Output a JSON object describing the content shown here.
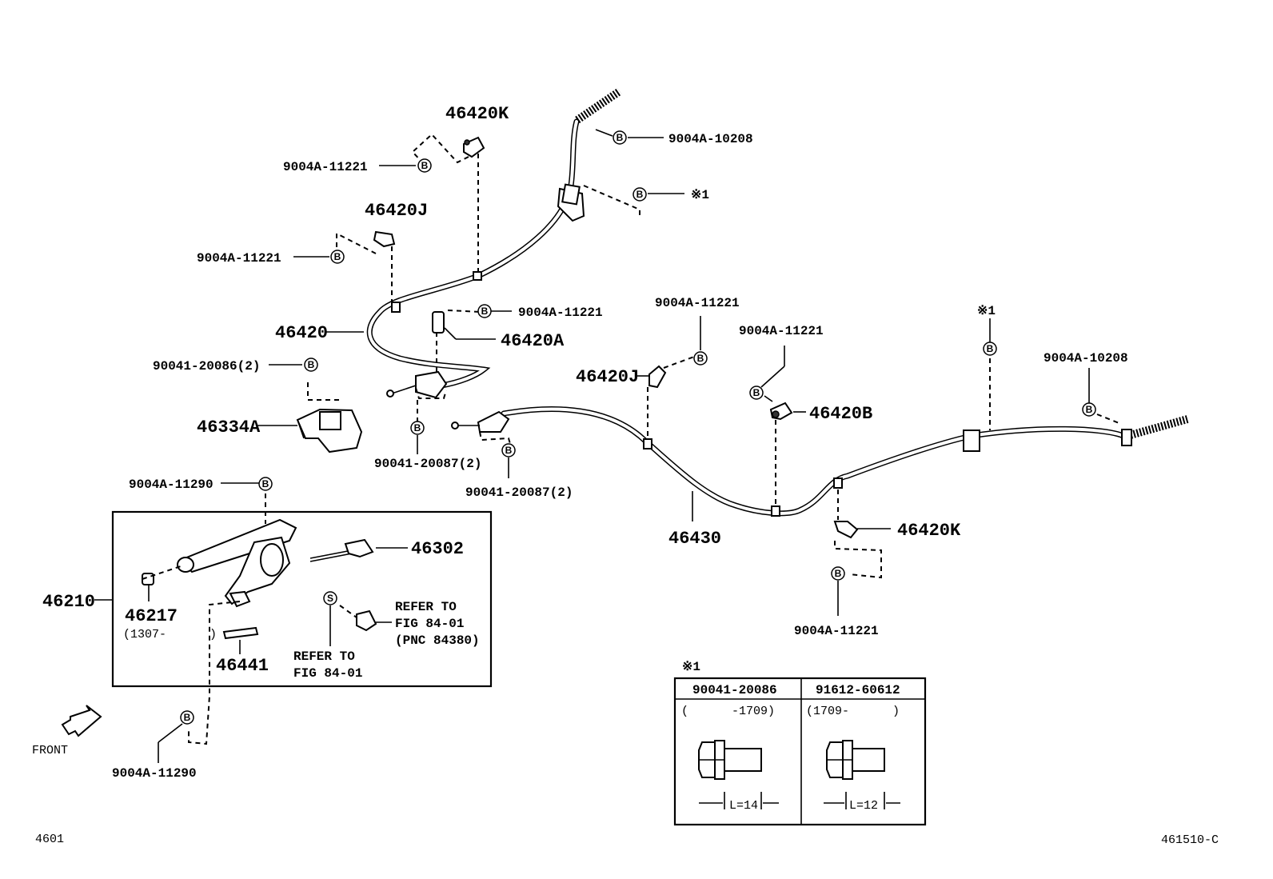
{
  "symbols": {
    "bolt_symbol": "B",
    "seal_symbol": "S"
  },
  "parts": {
    "p46420K_top": "46420K",
    "p46420J_top": "46420J",
    "p46420": "46420",
    "p46420A": "46420A",
    "p46334A": "46334A",
    "p46420J_mid": "46420J",
    "p46420B": "46420B",
    "p46430": "46430",
    "p46420K_right": "46420K",
    "p46302": "46302",
    "p46210": "46210",
    "p46217": "46217",
    "p46217_date": "(1307-      )",
    "p46441": "46441"
  },
  "fasteners": {
    "f10208_top": "9004A-10208",
    "f11221_a": "9004A-11221",
    "f11221_b": "9004A-11221",
    "f11221_c": "9004A-11221",
    "f11221_d": "9004A-11221",
    "f11221_e": "9004A-11221",
    "f11221_f": "9004A-11221",
    "f20086": "90041-20086(2)",
    "f20087_a": "90041-20087(2)",
    "f20087_b": "90041-20087(2)",
    "f10208_right": "9004A-10208",
    "f11290_top": "9004A-11290",
    "f11290_bottom": "9004A-11290"
  },
  "notes": {
    "ref1": "※1",
    "ref2": "※1",
    "refer_left_line1": "REFER TO",
    "refer_left_line2": "FIG 84-01",
    "refer_right_line1": "REFER TO",
    "refer_right_line2": "FIG 84-01",
    "refer_right_line3": "(PNC 84380)",
    "front": "FRONT"
  },
  "table": {
    "marker": "※1",
    "col1_part": "90041-20086",
    "col1_range": "(      -1709)",
    "col1_length": "L=14",
    "col2_part": "91612-60612",
    "col2_range": "(1709-      )",
    "col2_length": "L=12"
  },
  "footer": {
    "page_code": "4601",
    "figure_code": "461510-C"
  }
}
